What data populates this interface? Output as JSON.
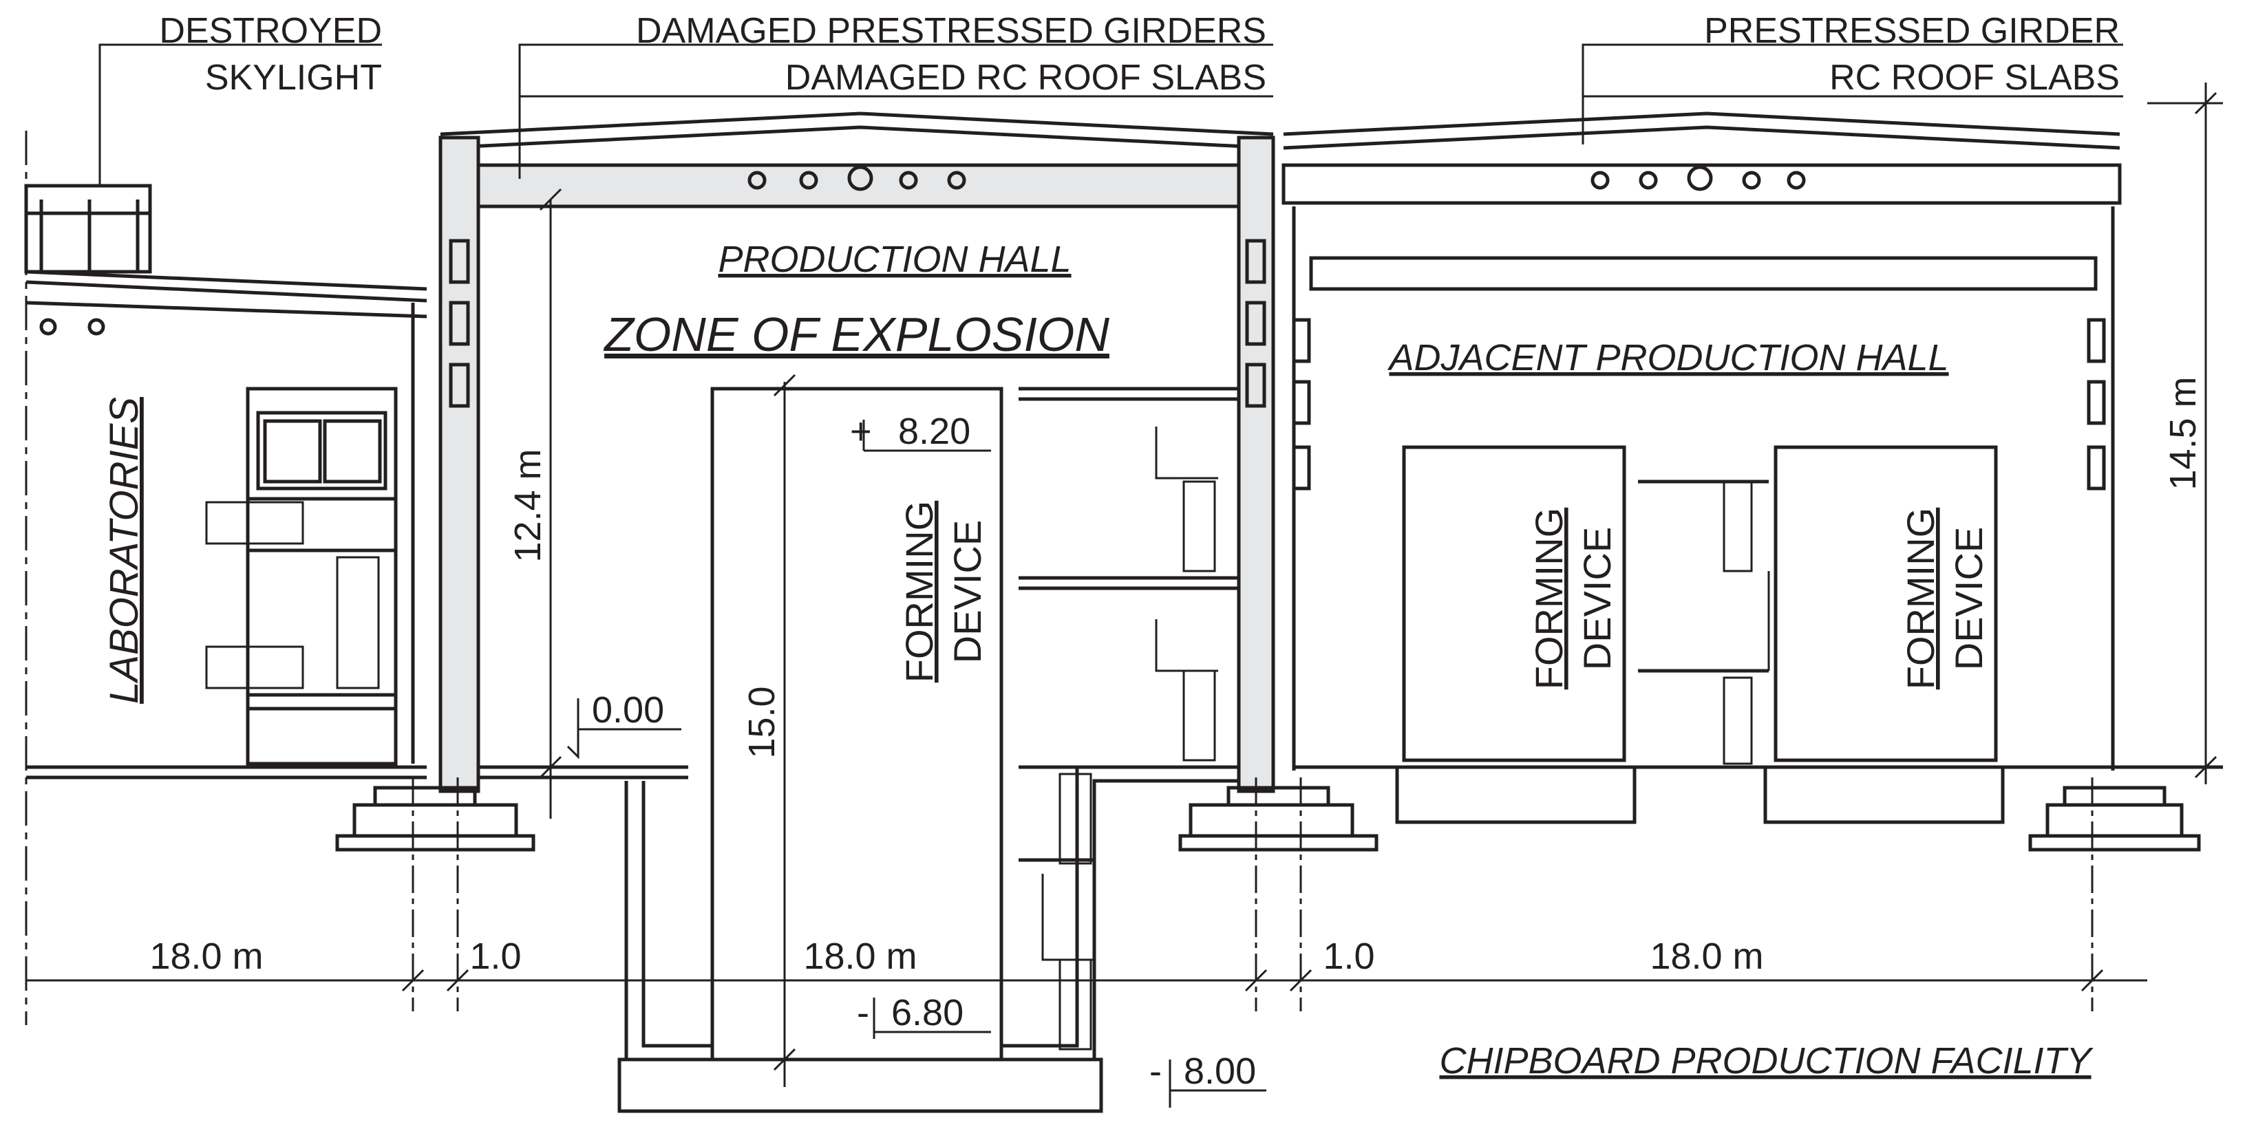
{
  "labels": {
    "destroyed": "DESTROYED",
    "skylight": "SKYLIGHT",
    "damaged_girders": "DAMAGED PRESTRESSED GIRDERS",
    "damaged_slabs": "DAMAGED RC ROOF SLABS",
    "girder": "PRESTRESSED GIRDER",
    "slabs": "RC ROOF SLABS",
    "production_hall": "PRODUCTION HALL",
    "zone": "ZONE OF EXPLOSION",
    "adjacent": "ADJACENT PRODUCTION HALL",
    "laboratories": "LABORATORIES",
    "forming": "FORMING",
    "device": "DEVICE",
    "facility": "CHIPBOARD PRODUCTION FACILITY"
  },
  "dimensions": {
    "h_12_4": "12.4 m",
    "h_15_0": "15.0",
    "h_14_5": "14.5 m",
    "el_plus_8_20": "+",
    "el_8_20": "8.20",
    "el_0_00": "0.00",
    "el_minus_6_80": "-",
    "el_6_80": "6.80",
    "el_minus_8_00": "-",
    "el_8_00": "8.00",
    "span_left": "18.0 m",
    "gap_left": "1.0",
    "span_mid": "18.0 m",
    "gap_right": "1.0",
    "span_right": "18.0 m"
  },
  "colors": {
    "line": "#231f20",
    "girder_fill": "#e6e7e8",
    "background": "#ffffff"
  }
}
